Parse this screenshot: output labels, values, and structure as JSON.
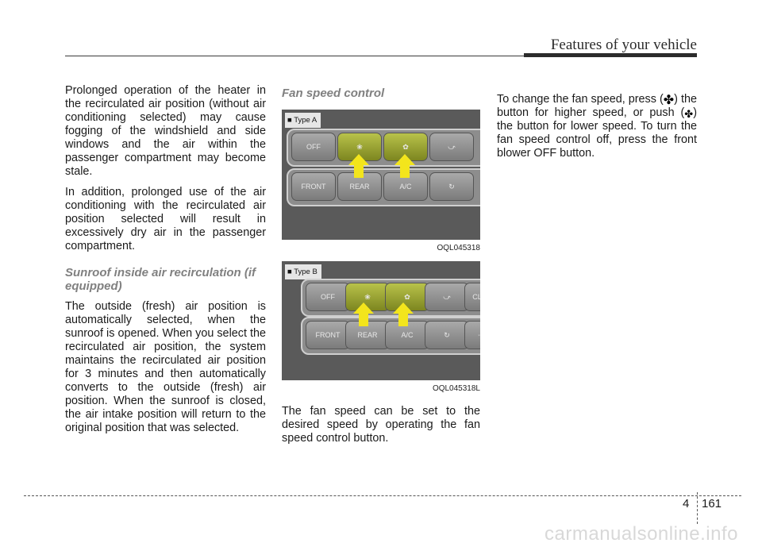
{
  "header": {
    "title": "Features of your vehicle"
  },
  "column1": {
    "para1": "Prolonged operation of the heater in the recirculated air position (without air conditioning selected) may cause fogging of the windshield and side windows and the air within the passenger compartment may become stale.",
    "para2": "In addition, prolonged use of the air conditioning with the recirculated air position selected will result in excessively dry air in the passenger compartment.",
    "subheading": "Sunroof inside air recirculation (if equipped)",
    "para3": "The outside (fresh) air position is automatically selected, when the sunroof is opened. When you select the recirculated air position, the system maintains the recirculated air position for 3 minutes and then automatically converts to the outside (fresh) air position. When the sunroof is closed, the air intake position will return to the original position that was selected."
  },
  "column2": {
    "subheading": "Fan speed control",
    "figure_a": {
      "type_label": "■ Type A",
      "code": "OQL045318",
      "buttons_top": [
        "OFF",
        "",
        "",
        ""
      ],
      "buttons_bottom": [
        "FRONT",
        "REAR",
        "A/C",
        ""
      ]
    },
    "figure_b": {
      "type_label": "■ Type B",
      "code": "OQL045318L",
      "buttons_top": [
        "OFF",
        "",
        "",
        "",
        "CLIM"
      ],
      "buttons_bottom": [
        "FRONT",
        "REAR",
        "A/C",
        "",
        ""
      ]
    },
    "para": "The fan speed can be set to the desired speed by operating the fan speed control button."
  },
  "column3": {
    "text_a": "To change the fan speed, press (",
    "text_b": ") the button for higher speed, or push (",
    "text_c": ") the button for lower speed. To turn the fan speed control off, press the front blower OFF button.",
    "fan_glyph": "✤"
  },
  "footer": {
    "chapter": "4",
    "page": "161"
  },
  "watermark": "carmanualsonline.info"
}
